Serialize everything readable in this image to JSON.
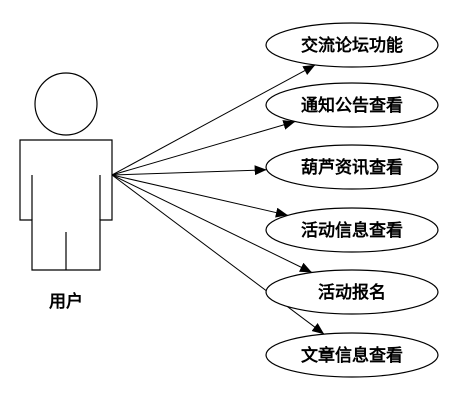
{
  "actor": {
    "label": "用户"
  },
  "use_cases": [
    {
      "label": "交流论坛功能"
    },
    {
      "label": "通知公告查看"
    },
    {
      "label": "葫芦资讯查看"
    },
    {
      "label": "活动信息查看"
    },
    {
      "label": "活动报名"
    },
    {
      "label": "文章信息查看"
    }
  ],
  "colors": {
    "stroke": "#000000",
    "fill": "#ffffff"
  }
}
